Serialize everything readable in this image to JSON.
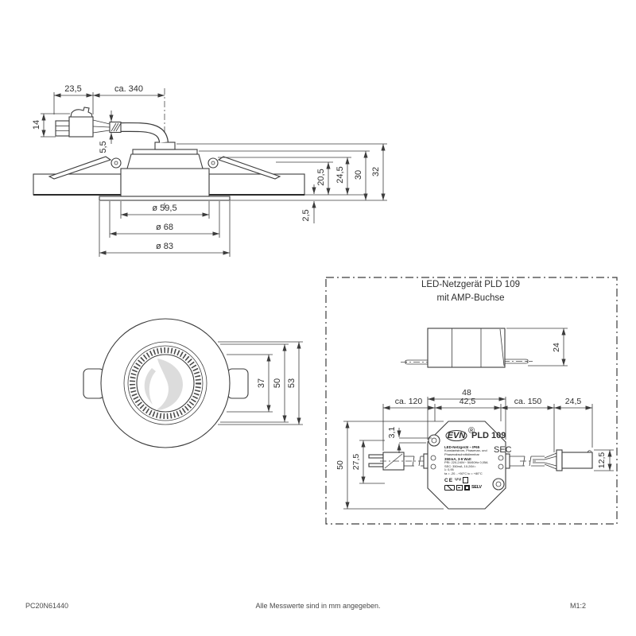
{
  "page": {
    "background": "#ffffff",
    "line_color": "#3c3c3c"
  },
  "footer": {
    "code": "PC20N61440",
    "note": "Alle Messwerte sind in mm angegeben.",
    "scale": "M1:2"
  },
  "luminaire_side_view": {
    "dims": {
      "connector_width": "23,5",
      "cable_length": "ca. 340",
      "connector_height": "14",
      "cable_diameter": "5,5",
      "depth_clip": "20,5",
      "depth_body": "24,5",
      "height_inner": "30",
      "height_total": "32",
      "trim_thickness": "2,5",
      "dia_opening": "ø 59,5",
      "dia_body": "ø 68",
      "dia_trim": "ø 83"
    }
  },
  "luminaire_front_view": {
    "dims": {
      "dia_glass": "37",
      "dia_ring": "50",
      "dia_bezel": "53"
    }
  },
  "psu": {
    "title_line1": "LED-Netzgerät PLD 109",
    "title_line2": "mit AMP-Buchse",
    "side_view": {
      "height": "24"
    },
    "top_view": {
      "width_overall": "48",
      "width_body": "42,5",
      "cable_in_length": "ca. 120",
      "cable_out_length": "ca. 150",
      "plug_length": "24,5",
      "hole_diameter": "3,1",
      "height_overall": "50",
      "hole_spacing": "27,5",
      "plug_height": "12,5"
    },
    "label": {
      "brand": "EVN",
      "registered": "®",
      "model": "PLD 109",
      "line1": "LED-Netzgerät  –  IP65",
      "line2": "Konstantstrom, Phasenan- und",
      "line3": "Phasenabschnittdimmbar",
      "line4": "350mA, 3-9 Watt",
      "line5": "PRI: 220-240V~  50/60Hz 0,05A",
      "line6": "SEC: 350mA, 10-26V=",
      "line7": "λ: 0,95",
      "line8": "ta = -20…+50°C  tc = +80°C",
      "ce": "CE",
      "enec": "ΨΨ",
      "selv": "SELV",
      "sec": "SEC"
    }
  }
}
